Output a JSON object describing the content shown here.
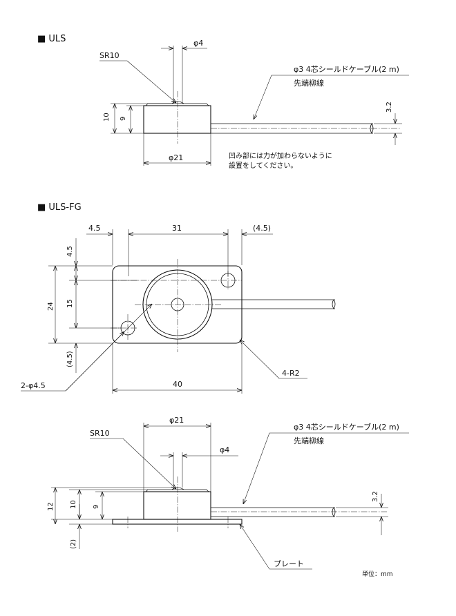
{
  "uls": {
    "title": "■ ULS",
    "sr": "SR10",
    "phi4": "φ4",
    "cable": "φ3 4芯シールドケーブル(2 m)",
    "lead": "先端柳線",
    "dim10": "10",
    "dim9": "9",
    "dim32": "3.2",
    "phi21": "φ21",
    "note1": "凹み部には力が加わらないように",
    "note2": "設置をしてください。"
  },
  "ulsfg": {
    "title": "■ ULS-FG",
    "w45": "4.5",
    "w31": "31",
    "w45p": "(4.5)",
    "h45": "4.5",
    "h24": "24",
    "h15": "15",
    "h45p": "(4.5)",
    "hole": "2-φ4.5",
    "radius": "4-R2",
    "w40": "40"
  },
  "ulsfg_side": {
    "phi21": "φ21",
    "sr": "SR10",
    "phi4": "φ4",
    "cable": "φ3 4芯シールドケーブル(2 m)",
    "lead": "先端柳線",
    "dim12": "12",
    "dim10": "10",
    "dim9": "9",
    "dim2": "(2)",
    "dim32": "3.2",
    "plate": "プレート"
  },
  "unit": "単位：mm"
}
